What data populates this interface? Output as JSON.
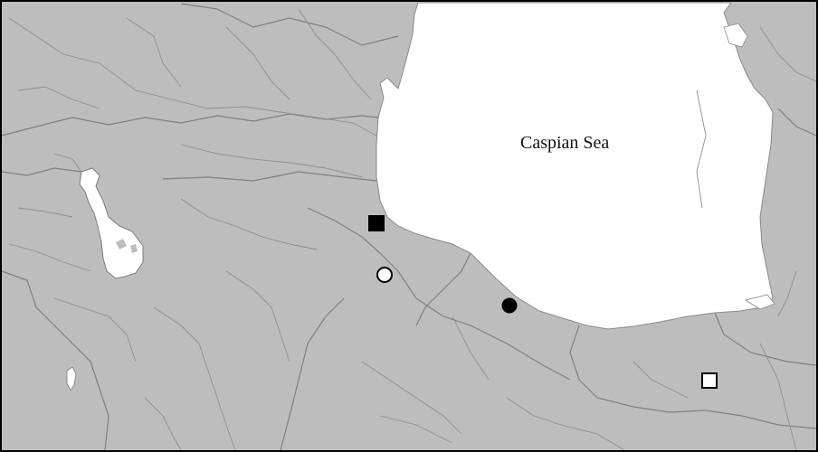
{
  "map": {
    "sea_label": "Caspian Sea",
    "colors": {
      "land": "#bdbdbd",
      "water": "#ffffff",
      "river": "#8f8f8f",
      "border": "#808080",
      "frame": "#000000",
      "marker_fill_dark": "#000000",
      "marker_fill_light": "#ffffff"
    },
    "legend_markers": [
      {
        "shape": "square",
        "fill": "filled"
      },
      {
        "shape": "circle",
        "fill": "hollow"
      },
      {
        "shape": "circle",
        "fill": "filled"
      },
      {
        "shape": "square",
        "fill": "hollow"
      }
    ]
  }
}
